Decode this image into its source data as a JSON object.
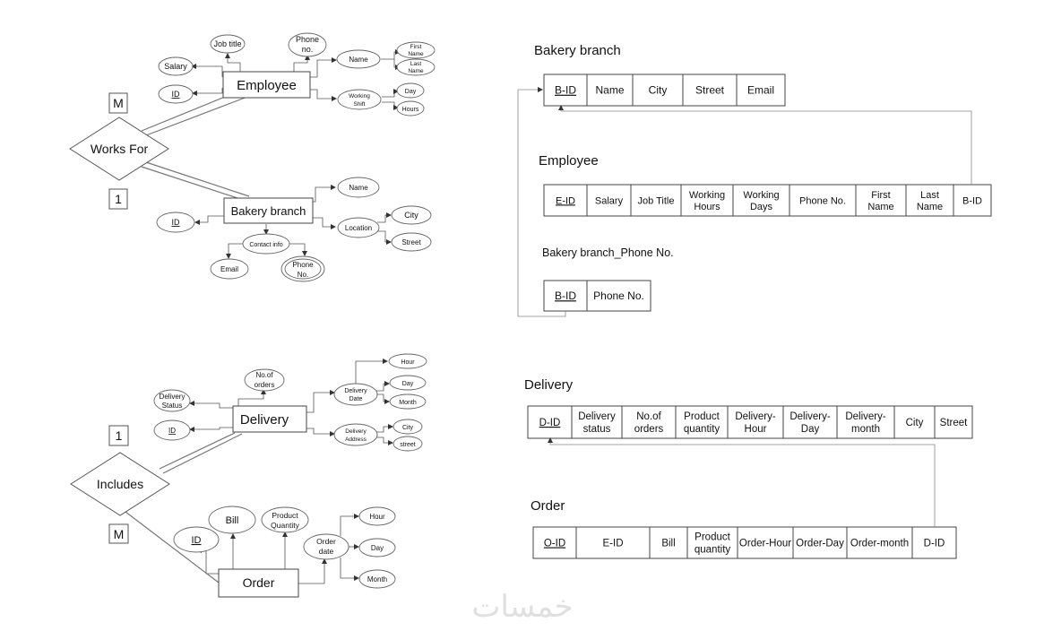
{
  "er": {
    "top": {
      "entity_employee": "Employee",
      "entity_branch": "Bakery branch",
      "relationship": "Works For",
      "card_m": "M",
      "card_1": "1",
      "emp_attrs": {
        "salary": "Salary",
        "id": "ID",
        "job_title": "Job title",
        "phone_1": "Phone",
        "phone_2": "no.",
        "name": "Name",
        "first_1": "First",
        "first_2": "Name",
        "last_1": "Last",
        "last_2": "Name",
        "shift_1": "Working",
        "shift_2": "Shift",
        "day": "Day",
        "hours": "Hours"
      },
      "branch_attrs": {
        "name": "Name",
        "id": "ID",
        "location": "Location",
        "city": "City",
        "street": "Street",
        "contact": "Contact info",
        "email": "Email",
        "phone_1": "Phone",
        "phone_2": "No."
      }
    },
    "bottom": {
      "entity_delivery": "Delivery",
      "entity_order": "Order",
      "relationship": "Includes",
      "card_1": "1",
      "card_m": "M",
      "delivery_attrs": {
        "status_1": "Delivery",
        "status_2": "Status",
        "id": "ID",
        "orders_1": "No.of",
        "orders_2": "orders",
        "date_1": "Delivery",
        "date_2": "Date",
        "hour": "Hour",
        "day": "Day",
        "month": "Month",
        "address_1": "Delivery",
        "address_2": "Address",
        "city": "City",
        "street": "street"
      },
      "order_attrs": {
        "id": "ID",
        "bill": "Bill",
        "qty_1": "Product",
        "qty_2": "Quantity",
        "date_1": "Order",
        "date_2": "date",
        "hour": "Hour",
        "day": "Day",
        "month": "Month"
      }
    }
  },
  "schema": {
    "bakery_branch": {
      "title": "Bakery branch",
      "cols": [
        [
          "B-ID"
        ],
        [
          "Name"
        ],
        [
          "City"
        ],
        [
          "Street"
        ],
        [
          "Email"
        ]
      ]
    },
    "employee": {
      "title": "Employee",
      "cols": [
        [
          "E-ID"
        ],
        [
          "Salary"
        ],
        [
          "Job Title"
        ],
        [
          "Working",
          "Hours"
        ],
        [
          "Working",
          "Days"
        ],
        [
          "Phone No."
        ],
        [
          "First",
          "Name"
        ],
        [
          "Last",
          "Name"
        ],
        [
          "B-ID"
        ]
      ]
    },
    "branch_phone": {
      "title": "Bakery branch_Phone No.",
      "cols": [
        [
          "B-ID"
        ],
        [
          "Phone No."
        ]
      ]
    },
    "delivery": {
      "title": "Delivery",
      "cols": [
        [
          "D-ID"
        ],
        [
          "Delivery",
          "status"
        ],
        [
          "No.of",
          "orders"
        ],
        [
          "Product",
          "quantity"
        ],
        [
          "Delivery-",
          "Hour"
        ],
        [
          "Delivery-",
          "Day"
        ],
        [
          "Delivery-",
          "month"
        ],
        [
          "City"
        ],
        [
          "Street"
        ]
      ]
    },
    "order": {
      "title": "Order",
      "cols": [
        [
          "O-ID"
        ],
        [
          "E-ID"
        ],
        [
          "Bill"
        ],
        [
          "Product",
          "quantity"
        ],
        [
          "Order-Hour"
        ],
        [
          "Order-Day"
        ],
        [
          "Order-month"
        ],
        [
          "D-ID"
        ]
      ]
    }
  },
  "watermark": "خمسات"
}
